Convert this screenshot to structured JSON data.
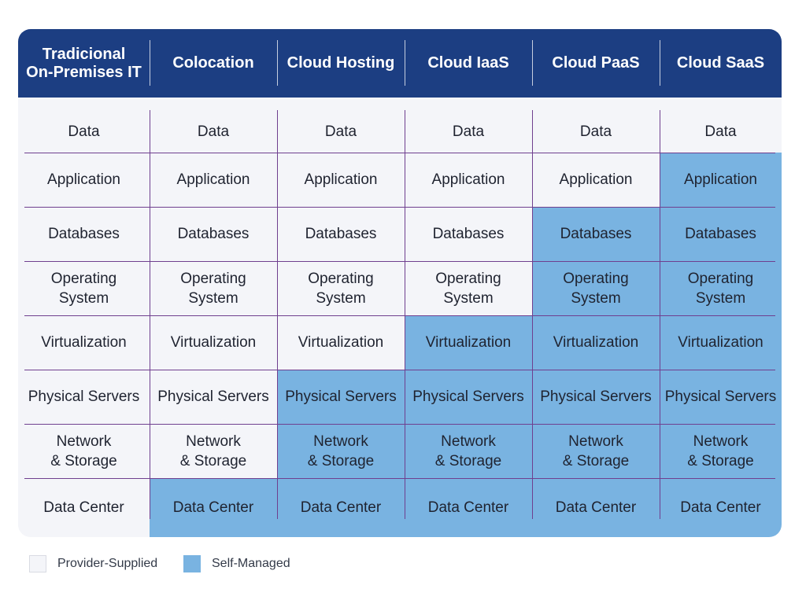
{
  "columns": [
    "Tradicional\nOn-Premises IT",
    "Colocation",
    "Cloud Hosting",
    "Cloud IaaS",
    "Cloud PaaS",
    "Cloud SaaS"
  ],
  "rows": [
    "Data",
    "Application",
    "Databases",
    "Operating\nSystem",
    "Virtualization",
    "Physical Servers",
    "Network\n& Storage",
    "Data Center"
  ],
  "self_managed_from_row": [
    8,
    7,
    5,
    4,
    2,
    1
  ],
  "legend": {
    "provider_label": "Provider-Supplied",
    "self_label": "Self-Managed"
  },
  "colors": {
    "header": "#1c3e82",
    "self_managed": "#79b3e1",
    "provider_supplied": "#f4f5f9",
    "grid_line": "#6f3f8f"
  }
}
